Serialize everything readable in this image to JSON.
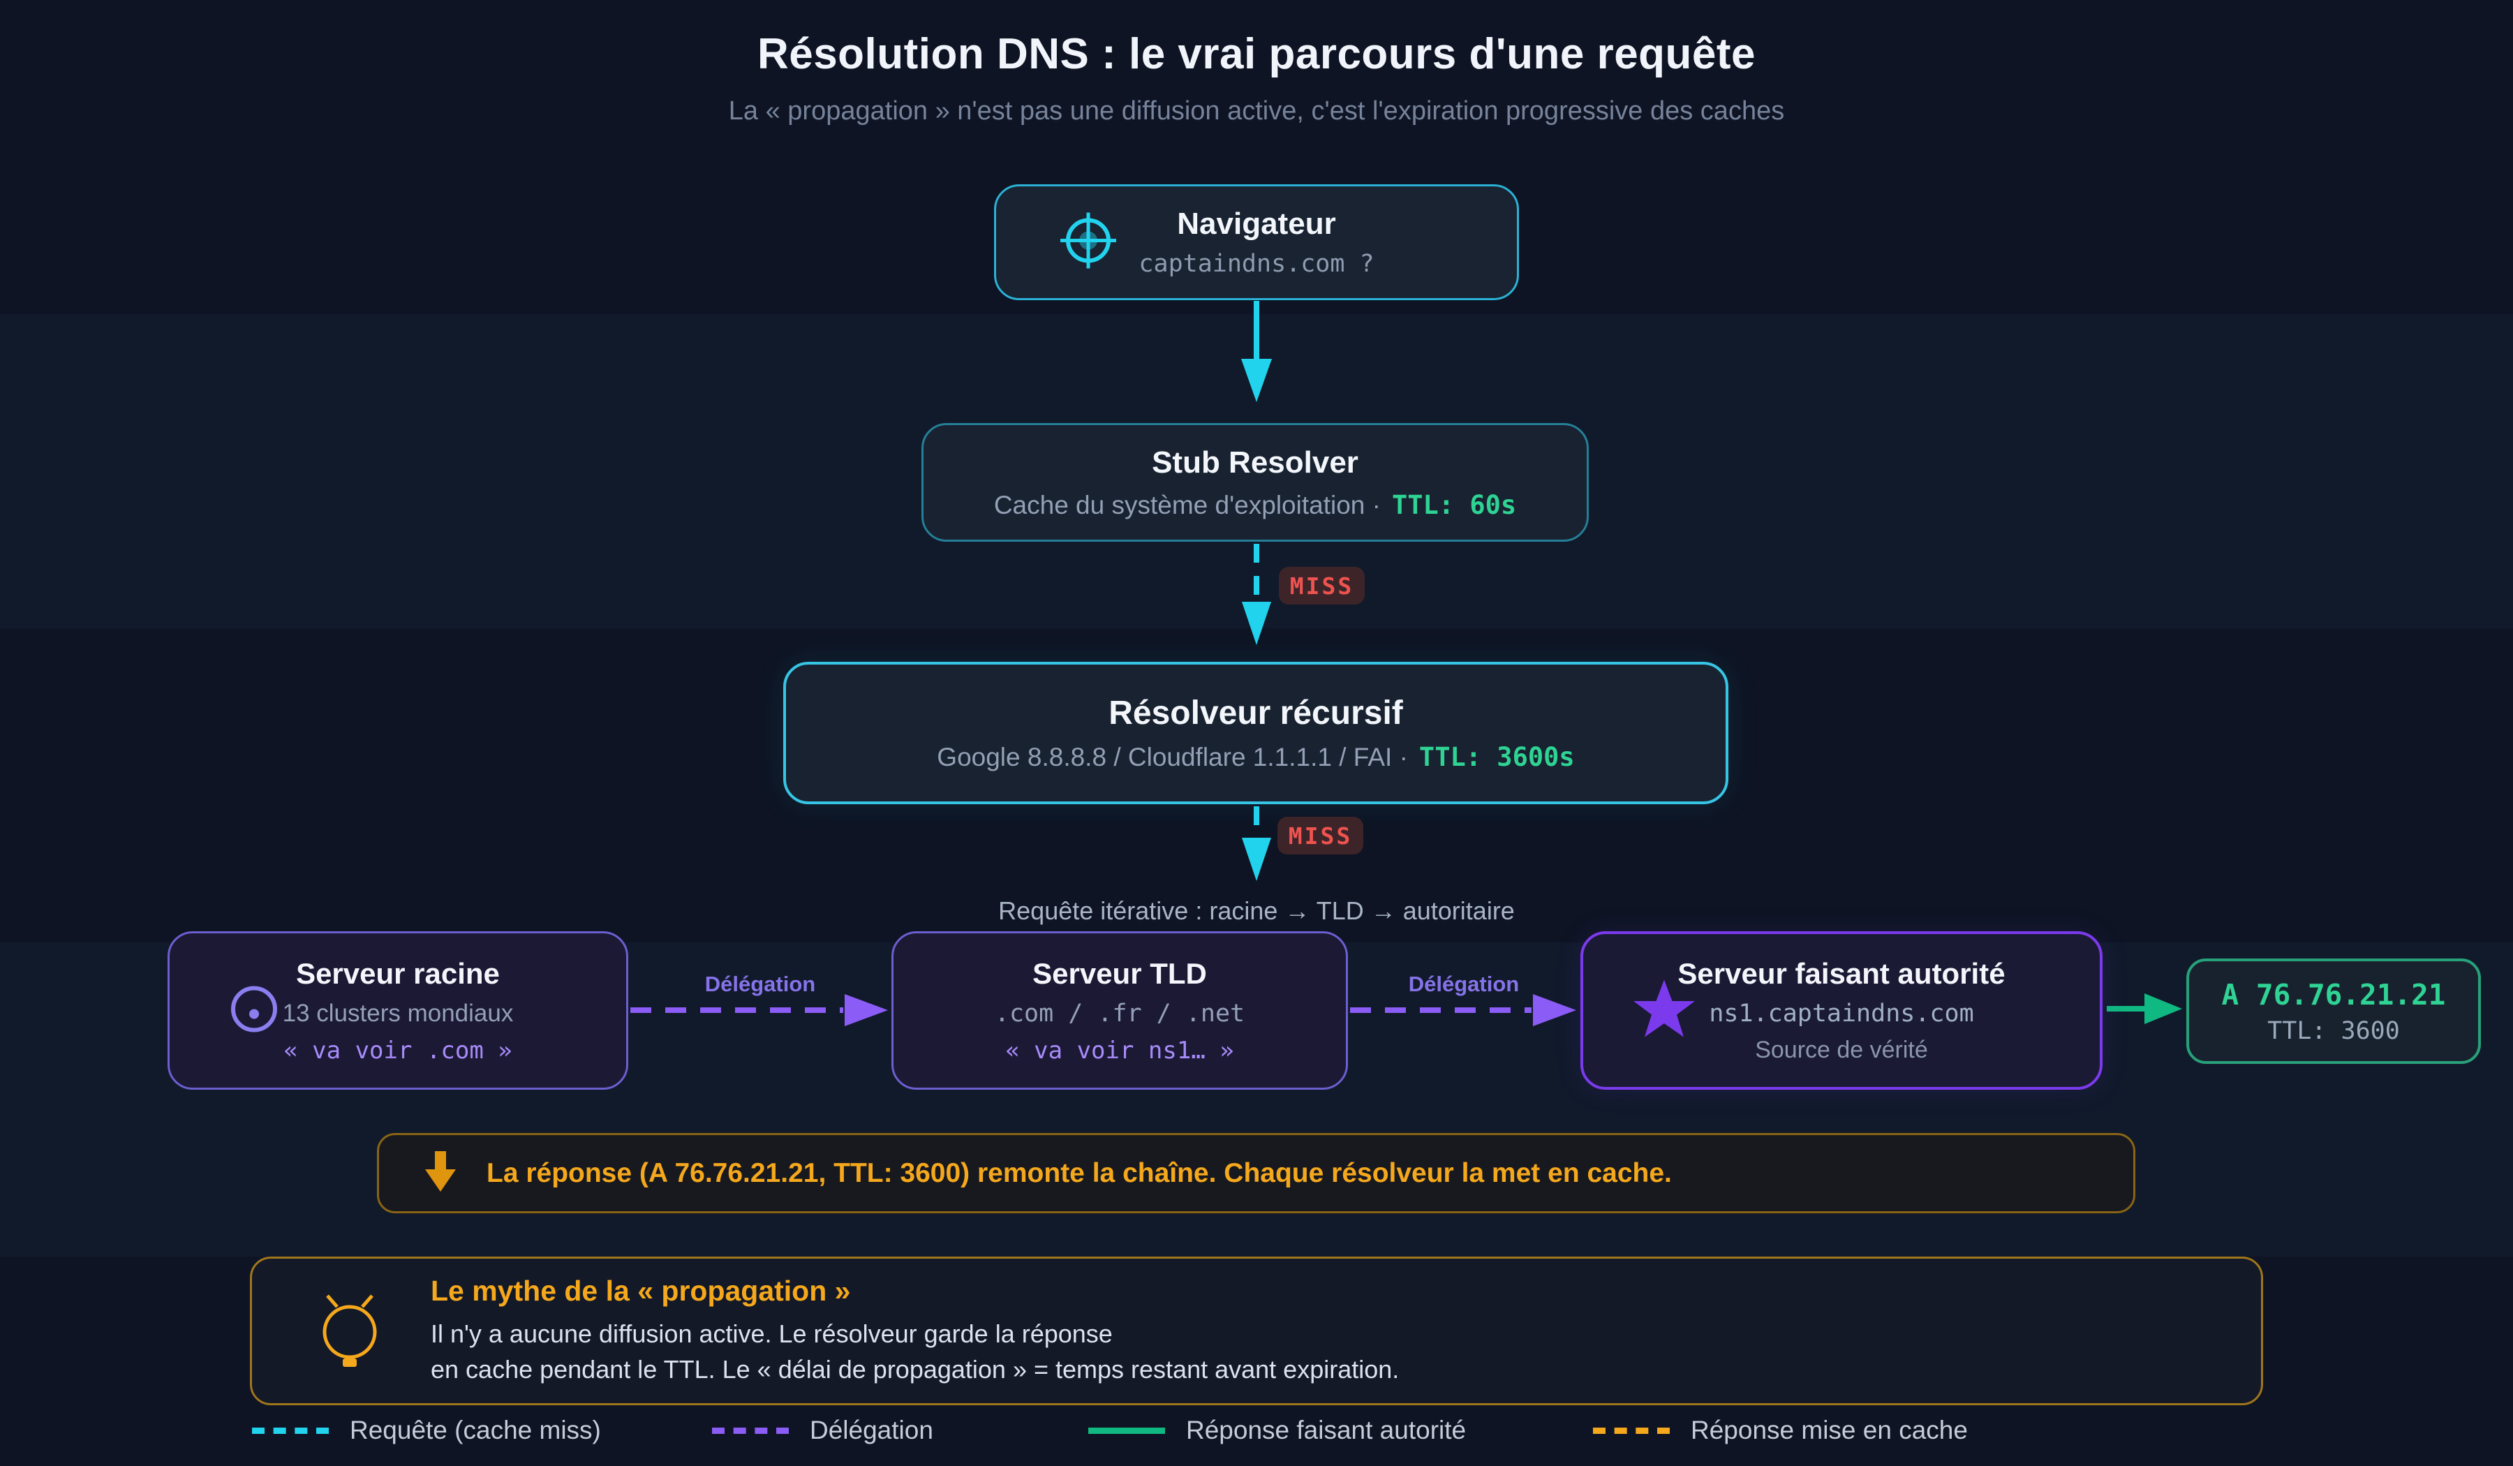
{
  "header": {
    "title": "Résolution DNS : le vrai parcours d'une requête",
    "subtitle": "La « propagation » n'est pas une diffusion active, c'est l'expiration progressive des caches"
  },
  "nodes": {
    "browser": {
      "title": "Navigateur",
      "query": "captaindns.com ?"
    },
    "stub": {
      "title": "Stub Resolver",
      "desc": "Cache du système d'exploitation ·",
      "ttl": "TTL: 60s"
    },
    "recursive": {
      "title": "Résolveur récursif",
      "desc": "Google 8.8.8.8 / Cloudflare 1.1.1.1 / FAI ·",
      "ttl": "TTL: 3600s"
    },
    "root": {
      "title": "Serveur racine",
      "desc": "13 clusters mondiaux",
      "quote": "« va voir .com »"
    },
    "tld": {
      "title": "Serveur TLD",
      "desc": ".com / .fr / .net",
      "quote": "« va voir ns1… »"
    },
    "authoritative": {
      "title": "Serveur faisant autorité",
      "host": "ns1.captaindns.com",
      "note": "Source de vérité"
    },
    "answer": {
      "record": "A 76.76.21.21",
      "ttl": "TTL: 3600"
    }
  },
  "labels": {
    "miss": "MISS",
    "iterative": "Requête itérative : racine → TLD → autoritaire",
    "delegation": "Délégation"
  },
  "banner": {
    "text": "La réponse (A 76.76.21.21, TTL: 3600) remonte la chaîne. Chaque résolveur la met en cache."
  },
  "myth": {
    "title": "Le mythe de la « propagation »",
    "line1": "Il n'y a aucune diffusion active. Le résolveur garde la réponse",
    "line2": "en cache pendant le TTL. Le « délai de propagation » = temps restant avant expiration."
  },
  "legend": [
    {
      "label": "Requête (cache miss)",
      "style": "dashed",
      "color": "#22d3ee"
    },
    {
      "label": "Délégation",
      "style": "dashed",
      "color": "#8b5cf6"
    },
    {
      "label": "Réponse faisant autorité",
      "style": "solid",
      "color": "#10b981"
    },
    {
      "label": "Réponse mise en cache",
      "style": "dashed",
      "color": "#f5a81c"
    }
  ],
  "colors": {
    "background": "#0f1625",
    "cyan_accent": "#22d3ee",
    "teal_border": "#2ab2d6",
    "purple_border": "#6c5fd0",
    "purple_bright": "#7c3aed",
    "purple_text": "#a78bfa",
    "green_accent": "#10b981",
    "ttl_green": "#2fd394",
    "orange_accent": "#f5a81c",
    "miss_red": "#ef5350"
  }
}
